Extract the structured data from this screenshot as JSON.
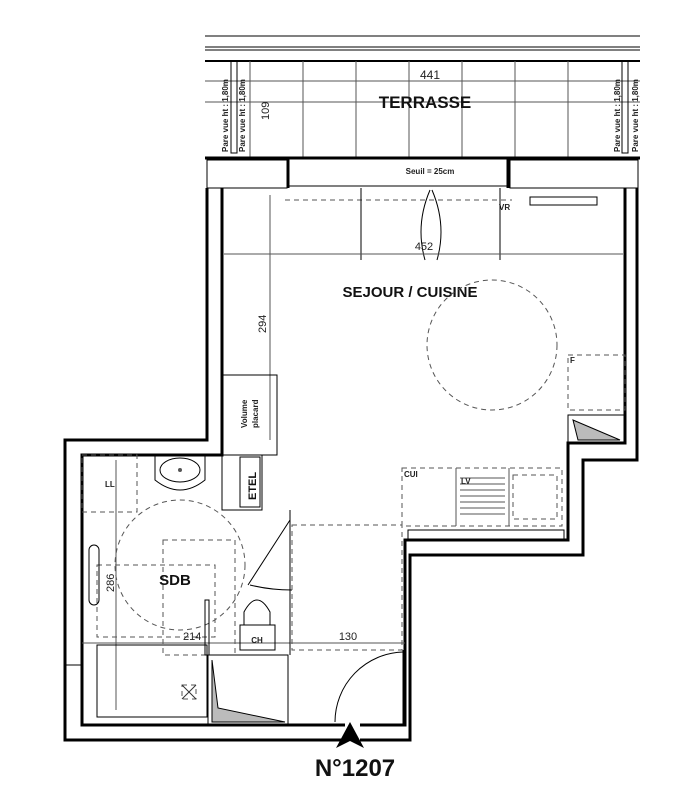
{
  "plan": {
    "unit_number": "N°1207",
    "rooms": {
      "terrasse": "TERRASSE",
      "sejour": "SEJOUR / CUISINE",
      "sdb": "SDB"
    },
    "dimensions": {
      "terrasse_width": "441",
      "terrasse_depth": "109",
      "sejour_width": "452",
      "sejour_depth": "294",
      "sdb_depth": "286",
      "sdb_width": "214",
      "entry_door": "130"
    },
    "annotations": {
      "seuil": "Seuil = 25cm",
      "pare_vue": "Pare vue ht : 1,80m",
      "vr": "VR",
      "volume_placard_1": "Volume",
      "volume_placard_2": "placard",
      "etel": "ETEL",
      "ll": "LL",
      "cui": "CUI",
      "lv": "LV",
      "f": "F",
      "ch": "CH"
    }
  }
}
